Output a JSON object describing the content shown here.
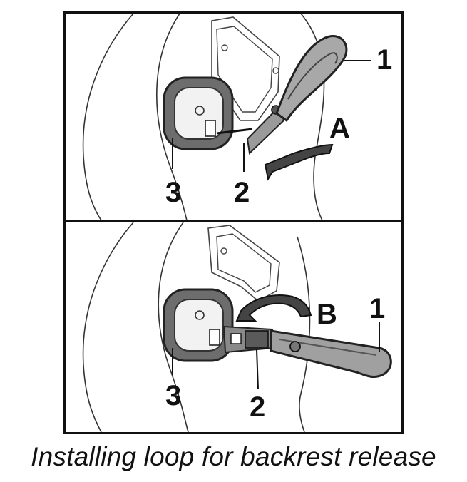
{
  "caption": "Installing loop for backrest release",
  "panels": [
    {
      "callouts": {
        "loop": "1",
        "clip": "2",
        "release": "3",
        "step": "A"
      }
    },
    {
      "callouts": {
        "loop": "1",
        "clip": "2",
        "release": "3",
        "step": "B"
      }
    }
  ]
}
